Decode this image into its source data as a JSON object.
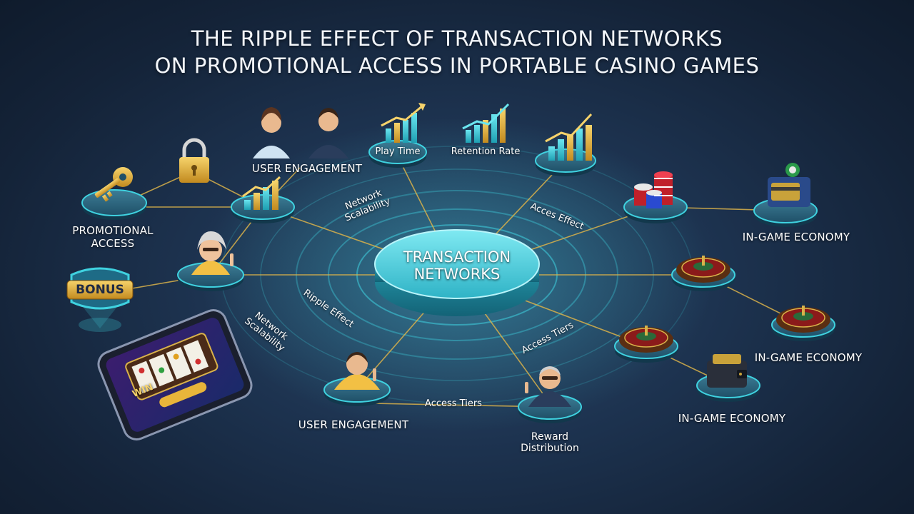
{
  "title": {
    "line1": "THE RIPPLE EFFECT OF TRANSACTION NETWORKS",
    "line2": "ON PROMOTIONAL ACCESS IN PORTABLE CASINO GAMES"
  },
  "hub": {
    "line1": "TRANSACTION",
    "line2": "NETWORKS"
  },
  "labels": {
    "user_engagement_top": "USER ENGAGEMENT",
    "play_time": "Play Time",
    "retention_rate": "Retention Rate",
    "promotional_access_1": "PROMOTIONAL",
    "promotional_access_2": "ACCESS",
    "bonus": "BONUS",
    "network_scalability_1": "Network",
    "network_scalability_2": "Scalability",
    "acces_effect": "Acces Effect",
    "ripple_effect": "Ripple Effect",
    "network_scalability_lower_1": "Network",
    "network_scalability_lower_2": "Scalability",
    "access_tiers_right": "Access Tiers",
    "access_tiers_bottom": "Access Tiers",
    "user_engagement_bottom": "USER ENGAGEMENT",
    "reward_distribution_1": "Reward",
    "reward_distribution_2": "Distribution",
    "in_game_economy_1": "IN-GAME ECONOMY",
    "in_game_economy_2": "IN-GAME ECONOMY",
    "in_game_economy_3": "IN-GAME ECONOMY",
    "phone_win": "WIN"
  },
  "colors": {
    "accent": "#3fd2e0",
    "line": "#d9b24a",
    "chart_bars": "#3fd2e0",
    "gold": "#e8b53a"
  }
}
